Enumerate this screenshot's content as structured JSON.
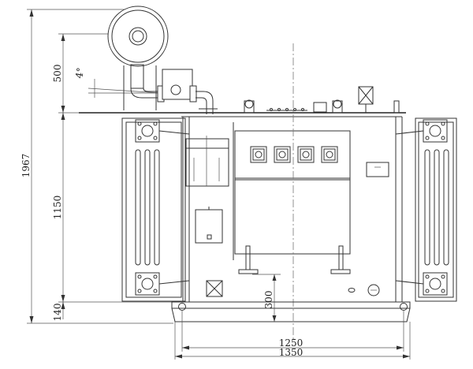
{
  "dimensions": {
    "total_height": "1967",
    "conservator_height": "500",
    "tank_height": "1150",
    "base_height": "140",
    "angle": "4°",
    "wheel_height": "300",
    "wheel_span": "1250",
    "base_length": "1350"
  }
}
